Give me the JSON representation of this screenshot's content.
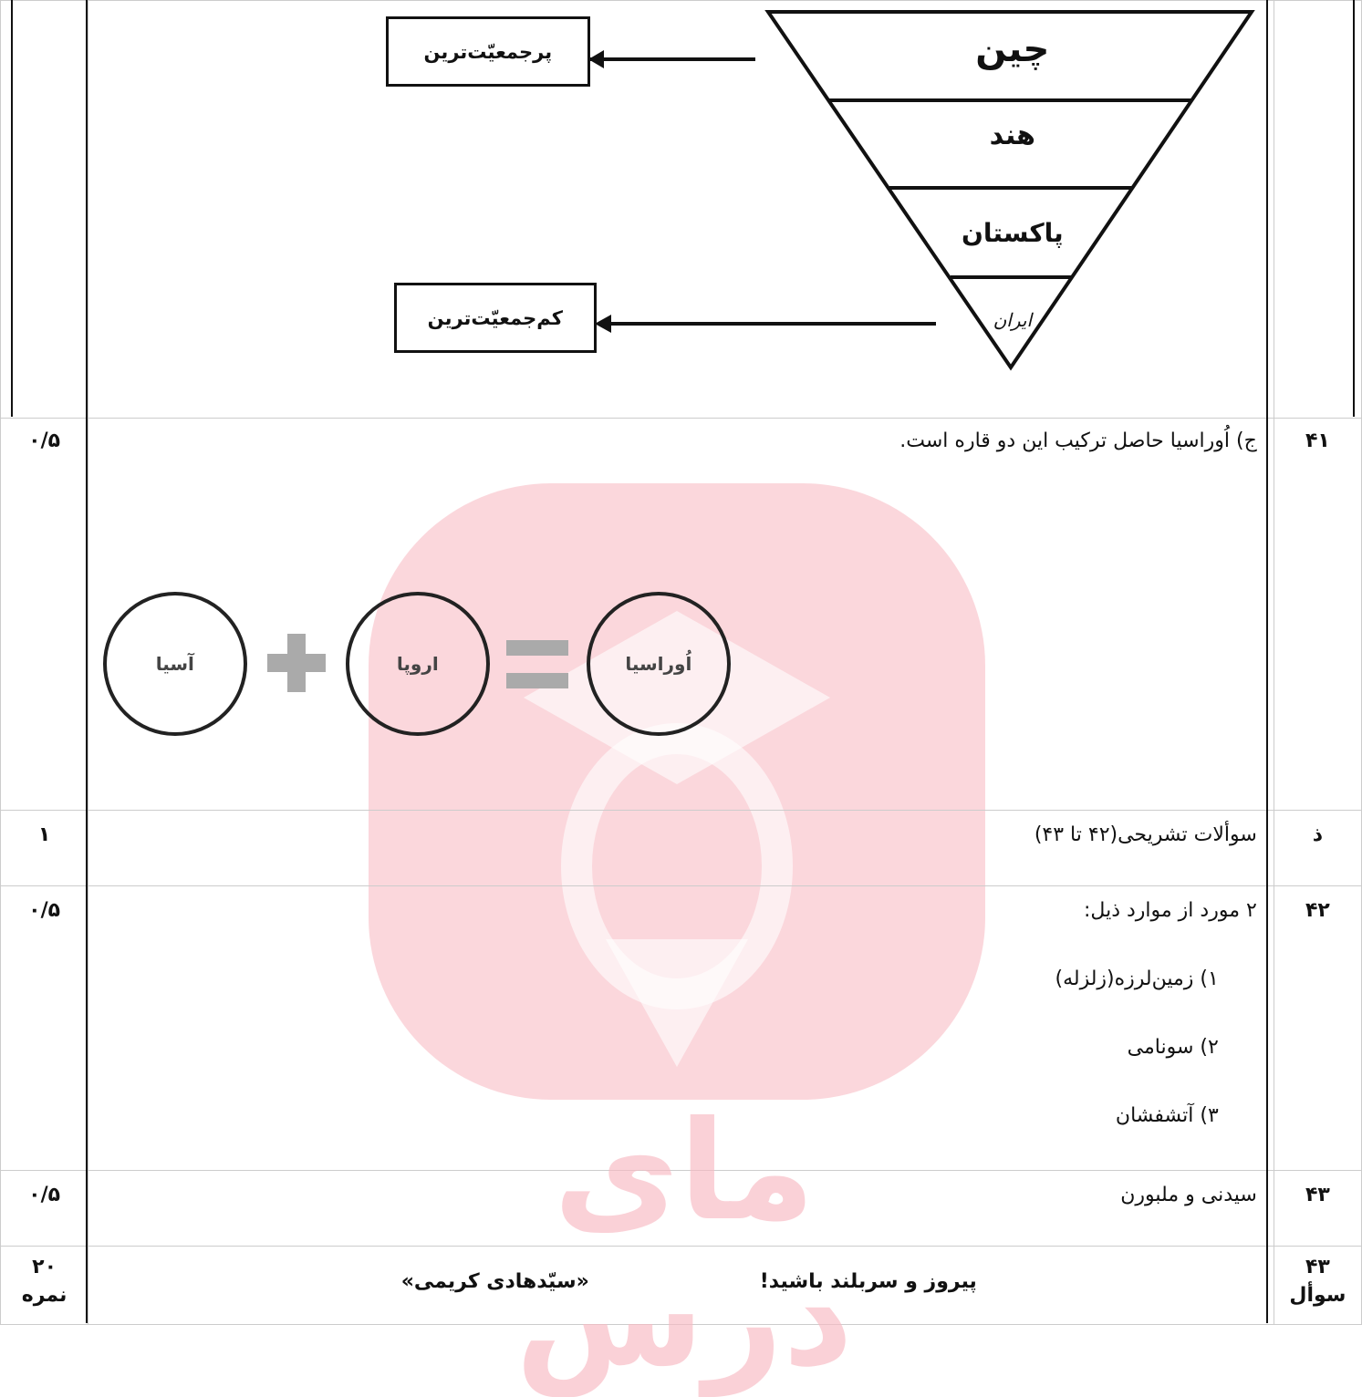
{
  "pyramid": {
    "levels": [
      "چین",
      "هند",
      "پاکستان",
      "ایران"
    ],
    "most_label": "پرجمعیّت‌ترین",
    "least_label": "کم‌جمعیّت‌ترین"
  },
  "rows": [
    {
      "num": "۴۱",
      "text": "ج) اُوراسیا حاصل ترکیب این دو قاره است.",
      "score": "۰/۵"
    },
    {
      "num": "ذ",
      "text": "سوألات تشریحی(۴۲ تا ۴۳)",
      "score": "۱"
    },
    {
      "num": "۴۲",
      "text": "۲ مورد از موارد ذیل:",
      "score": "۰/۵"
    },
    {
      "num": "۴۳",
      "text": "سیدنی و ملبورن",
      "score": "۰/۵"
    }
  ],
  "list_items": [
    "۱)  زمین‌لرزه(زلزله)",
    "۲)  سونامی",
    "۳)  آتشفشان"
  ],
  "circles": {
    "asia": "آسیا",
    "europe": "اروپا",
    "eurasia": "اُوراسیا"
  },
  "footer": {
    "num": "۴۳",
    "num_label": "سوأل",
    "score": "۲۰",
    "score_label": "نمره",
    "wish": "پیروز و سربلند باشید!",
    "author": "«سیّدهادی کریمی»"
  },
  "watermark": {
    "text": "مای درس",
    "color": "#f5a7b3"
  }
}
